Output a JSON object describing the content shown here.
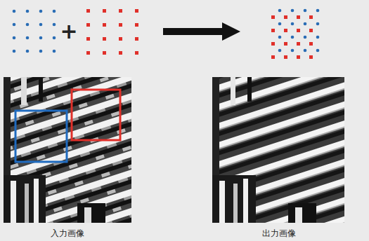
{
  "diagram": {
    "labels": [
      "+",
      "入力画像",
      "出力画像"
    ]
  }
}
